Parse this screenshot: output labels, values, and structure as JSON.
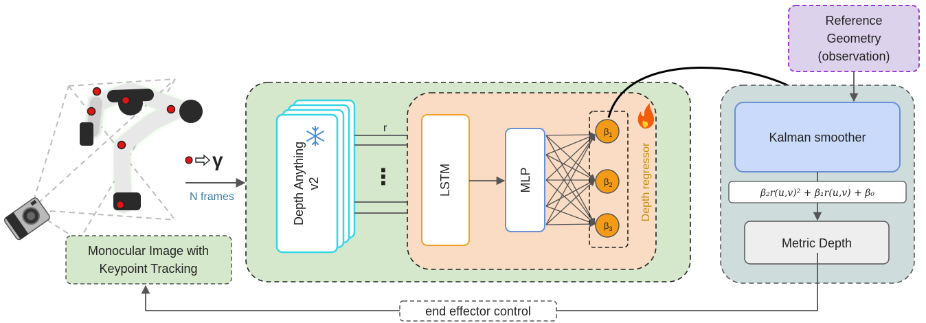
{
  "monocular_box": {
    "line1": "Monocular Image with",
    "line2": "Keypoint Tracking"
  },
  "keypoint_symbol": "γ",
  "n_frames_label": "N frames",
  "depth_anything": {
    "line1": "Depth Anything",
    "line2": "v2"
  },
  "ray_label": "r",
  "ellipsis": "⋮",
  "lstm_label": "LSTM",
  "mlp_label": "MLP",
  "betas": [
    {
      "base": "β",
      "sub": "1"
    },
    {
      "base": "β",
      "sub": "2"
    },
    {
      "base": "β",
      "sub": "3"
    }
  ],
  "depth_regressor_label": "Depth regressor",
  "reference_geometry": {
    "line1": "Reference",
    "line2": "Geometry",
    "line3": "(observation)"
  },
  "kalman_label": "Kalman smoother",
  "formula": "β₂r(u,v)² + β₁r(u,v) + β₀",
  "metric_depth_label": "Metric Depth",
  "end_effector_label": "end effector control",
  "colors": {
    "green_panel": "#d6e8cc",
    "orange_panel": "#f9dcc3",
    "kalman_panel": "#cfdcdc",
    "kalman_box": "#c9dafa",
    "reference_box": "#dcd2ec",
    "reference_border": "#9b3bd6",
    "beta_node": "#f39b16",
    "depth_regressor_text": "#c58b0d",
    "dav2_border": "#36d6e6",
    "lstm_border": "#f0a020",
    "mlp_border": "#6a90d6",
    "snowflake": "#4a90d9",
    "fire": "#f25d0c",
    "keypoint_red": "#e01515",
    "n_frames_text": "#3c7aa8"
  },
  "icons": [
    "robot-arm-icon",
    "camera-icon",
    "snowflake-icon",
    "fire-icon",
    "keypoint-dot-icon",
    "hollow-arrow-icon"
  ]
}
